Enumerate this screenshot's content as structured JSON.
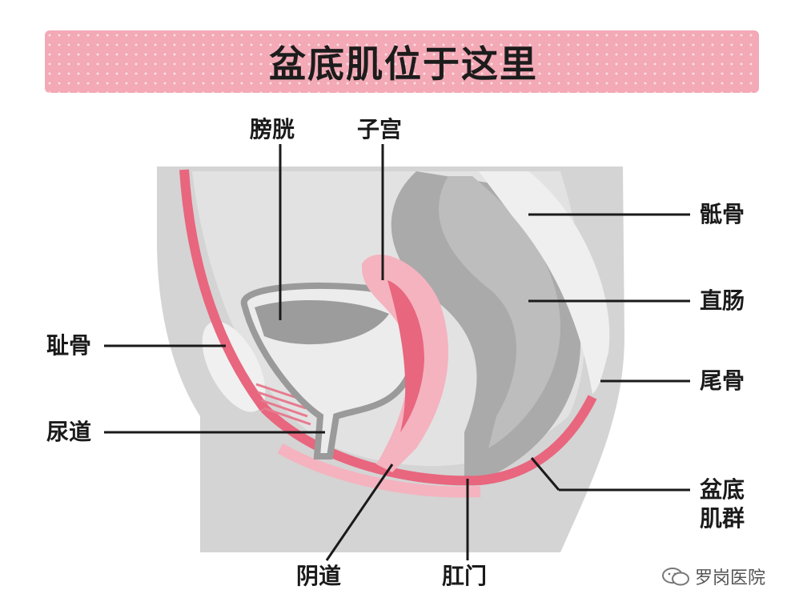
{
  "title": "盆底肌位于这里",
  "labels": {
    "bladder": "膀胱",
    "uterus": "子宫",
    "sacrum": "骶骨",
    "rectum": "直肠",
    "pubic_bone": "耻骨",
    "coccyx": "尾骨",
    "urethra": "尿道",
    "pelvic_floor_line1": "盆底",
    "pelvic_floor_line2": "肌群",
    "vagina": "阴道",
    "anus": "肛门"
  },
  "watermark": "罗岗医院",
  "colors": {
    "banner": "#f3a9b6",
    "body": "#d3d3d3",
    "organ_dark": "#a9a9a9",
    "muscle": "#e8667e",
    "muscle_light": "#f4b3bf",
    "bone": "#ececec"
  }
}
